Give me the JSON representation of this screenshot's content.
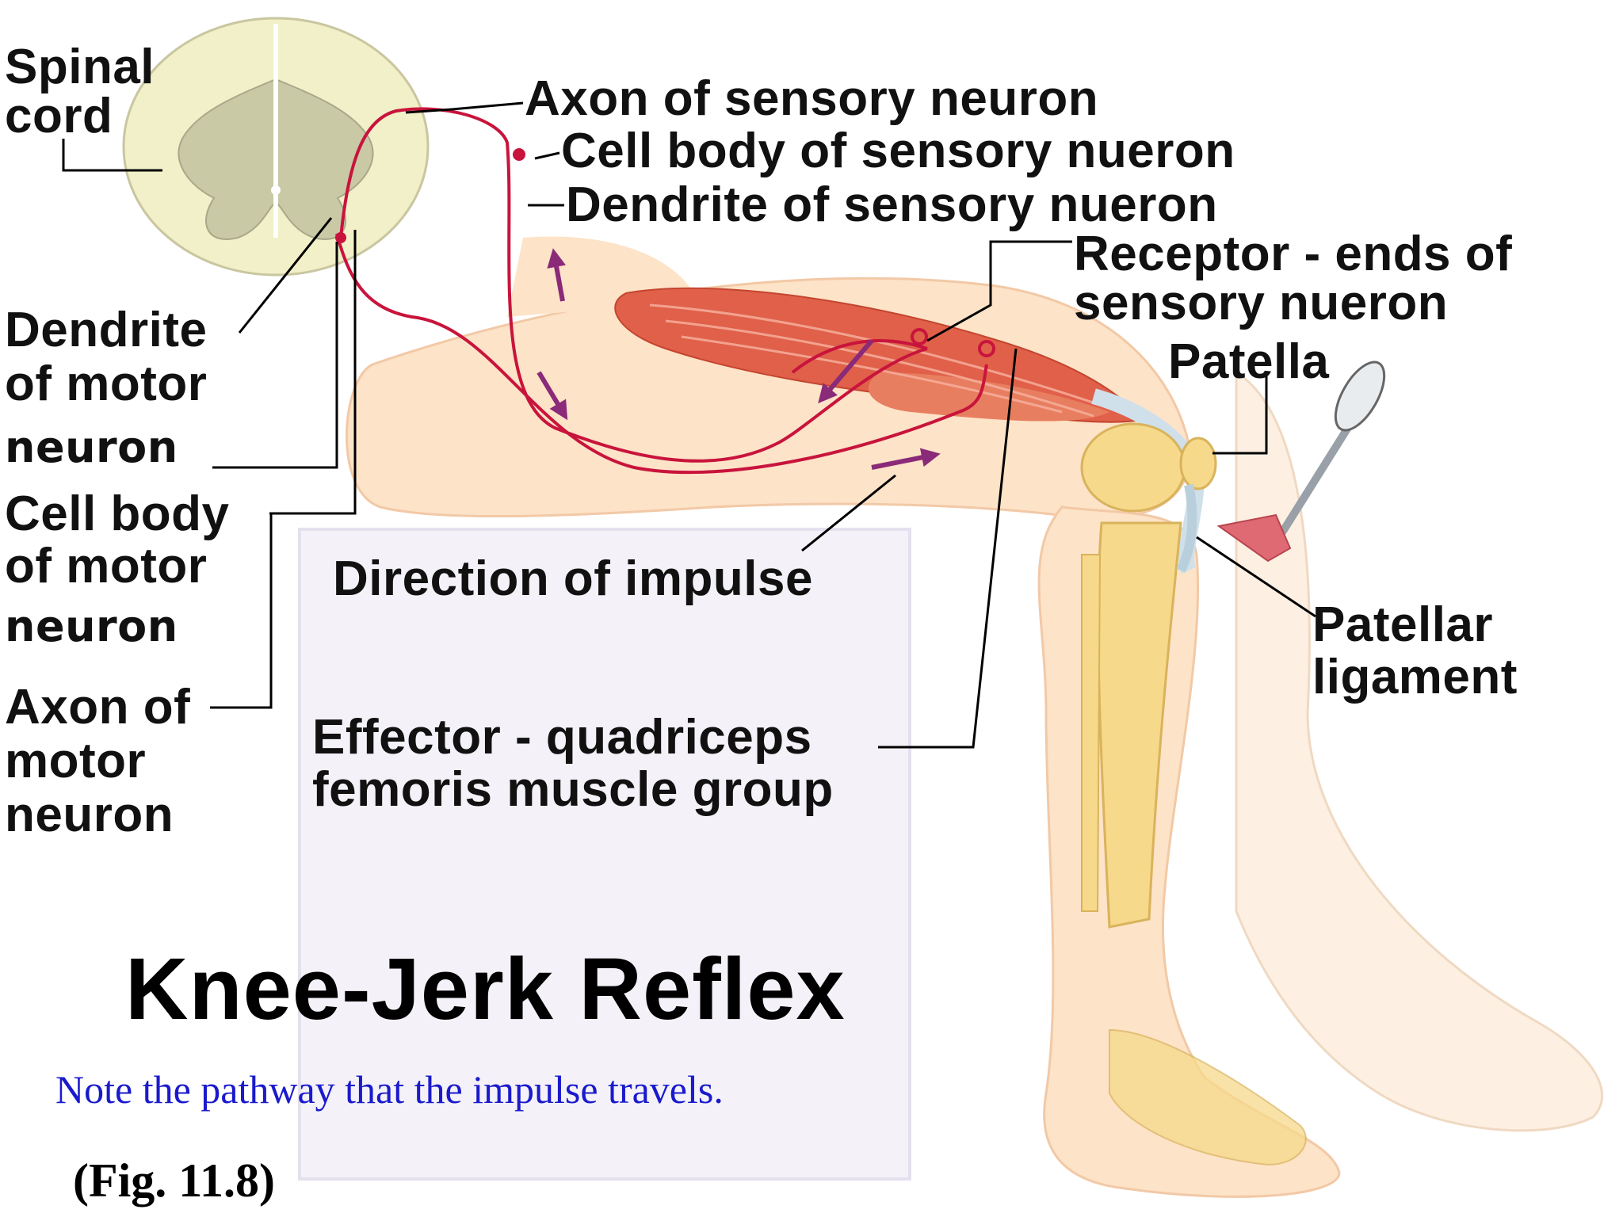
{
  "labels": {
    "spinal_cord": [
      "Spinal",
      "cord"
    ],
    "axon_sensory": "Axon of sensory neuron",
    "cell_body_sensory": "Cell body of sensory nueron",
    "dendrite_sensory": "Dendrite of sensory nueron",
    "receptor": [
      "Receptor - ends of",
      "sensory nueron"
    ],
    "patella": "Patella",
    "dendrite_motor": [
      "Dendrite",
      "of motor",
      "neuron"
    ],
    "cell_body_motor": [
      "Cell body",
      "of motor",
      "neuron"
    ],
    "axon_motor": [
      "Axon of",
      "motor",
      "neuron"
    ],
    "direction": "Direction of impulse",
    "effector": [
      "Effector - quadriceps",
      "femoris muscle group"
    ],
    "patellar_ligament": [
      "Patellar",
      "ligament"
    ]
  },
  "title": "Knee-Jerk Reflex",
  "note": "Note the pathway that the impulse travels.",
  "figure_ref": "(Fig. 11.8)",
  "colors": {
    "neuron": "#c8143c",
    "arrow": "#8a2a78",
    "skin": "#fde3c8",
    "bone": "#f6d98a",
    "muscle": "#e0604a",
    "spinal_cord": "#f1f0c8",
    "grey_matter": "#c9c9a6",
    "note_text": "#1a1acc"
  }
}
